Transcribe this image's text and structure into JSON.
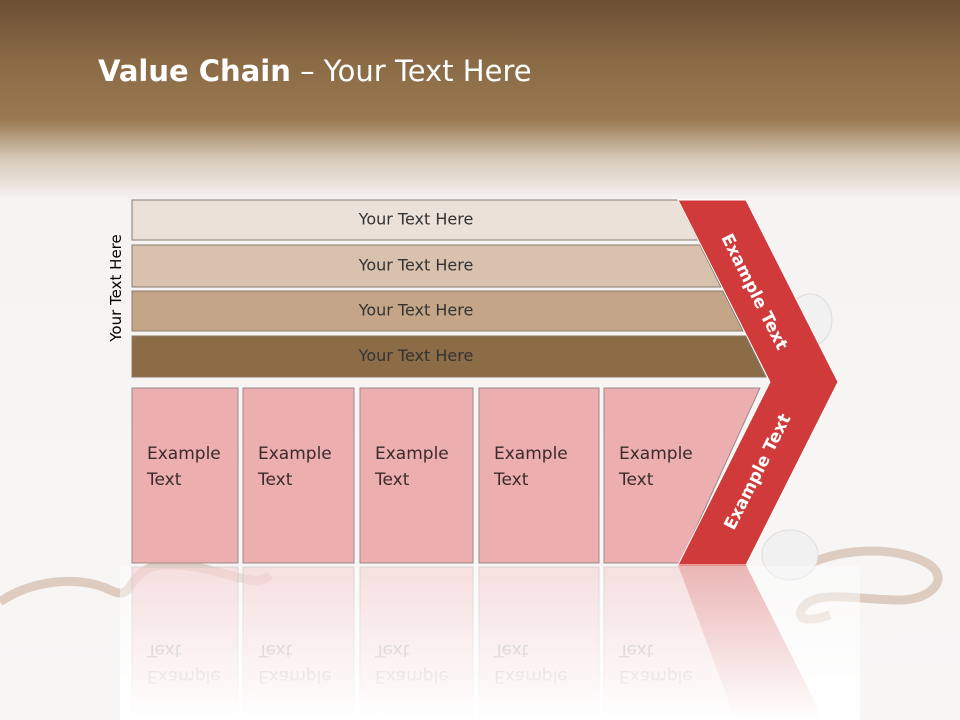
{
  "slide": {
    "title_bold": "Value Chain",
    "title_rest": " – Your Text Here",
    "vertical_label": "Your Text Here"
  },
  "support_bars": [
    {
      "label": "Your Text Here",
      "color": "#ebe1d8"
    },
    {
      "label": "Your Text Here",
      "color": "#d9c2ad"
    },
    {
      "label": "Your Text Here",
      "color": "#c4a587"
    },
    {
      "label": "Your Text Here",
      "color": "#8c6b47"
    }
  ],
  "primary_boxes": [
    {
      "line1": "Example",
      "line2": "Text"
    },
    {
      "line1": "Example",
      "line2": "Text"
    },
    {
      "line1": "Example",
      "line2": "Text"
    },
    {
      "line1": "Example",
      "line2": "Text"
    },
    {
      "line1": "Example",
      "line2": "Text"
    }
  ],
  "chevron": {
    "upper_label": "Example Text",
    "lower_label": "Example Text",
    "color": "#d03a3a"
  },
  "colors": {
    "box_fill": "#edaeb0",
    "header_brown": "#8a6a45"
  }
}
